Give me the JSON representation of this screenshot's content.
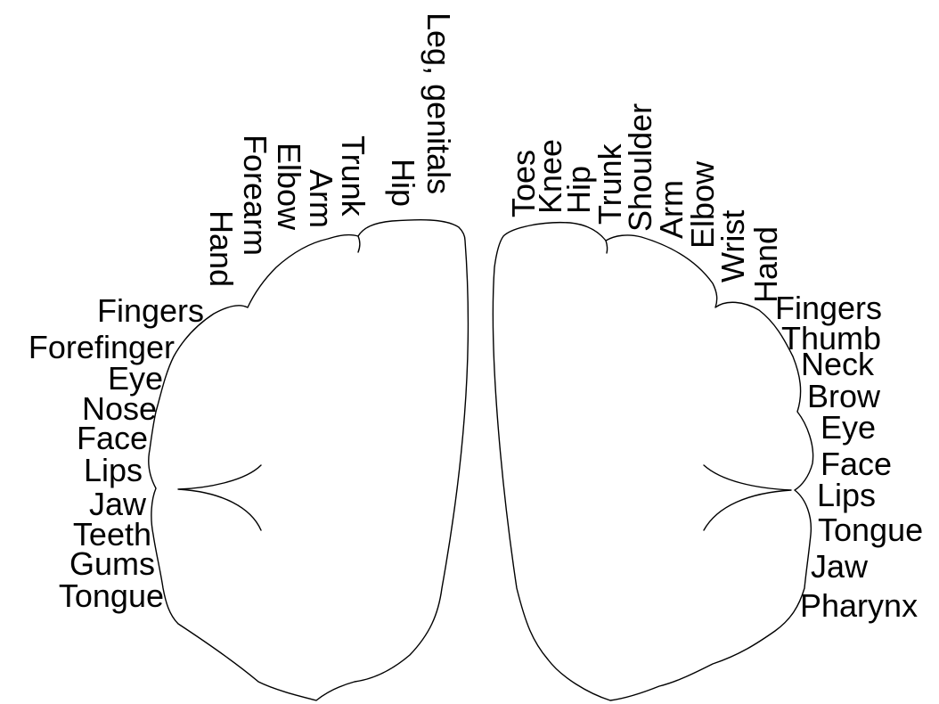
{
  "diagram": {
    "colors": {
      "ink": "#000000",
      "background": "#ffffff"
    },
    "left_hemisphere": {
      "top_labels": [
        "Hand",
        "Forearm",
        "Elbow",
        "Arm",
        "Trunk",
        "Hip",
        "Leg, genitals"
      ],
      "side_labels": [
        "Fingers",
        "Forefinger",
        "Eye",
        "Nose",
        "Face",
        "Lips",
        "Jaw",
        "Teeth",
        "Gums",
        "Tongue"
      ]
    },
    "right_hemisphere": {
      "top_labels": [
        "Toes",
        "Knee",
        "Hip",
        "Trunk",
        "Shoulder",
        "Arm",
        "Elbow",
        "Wrist",
        "Hand"
      ],
      "side_labels": [
        "Fingers",
        "Thumb",
        "Neck",
        "Brow",
        "Eye",
        "Face",
        "Lips",
        "Tongue",
        "Jaw",
        "Pharynx"
      ]
    }
  }
}
